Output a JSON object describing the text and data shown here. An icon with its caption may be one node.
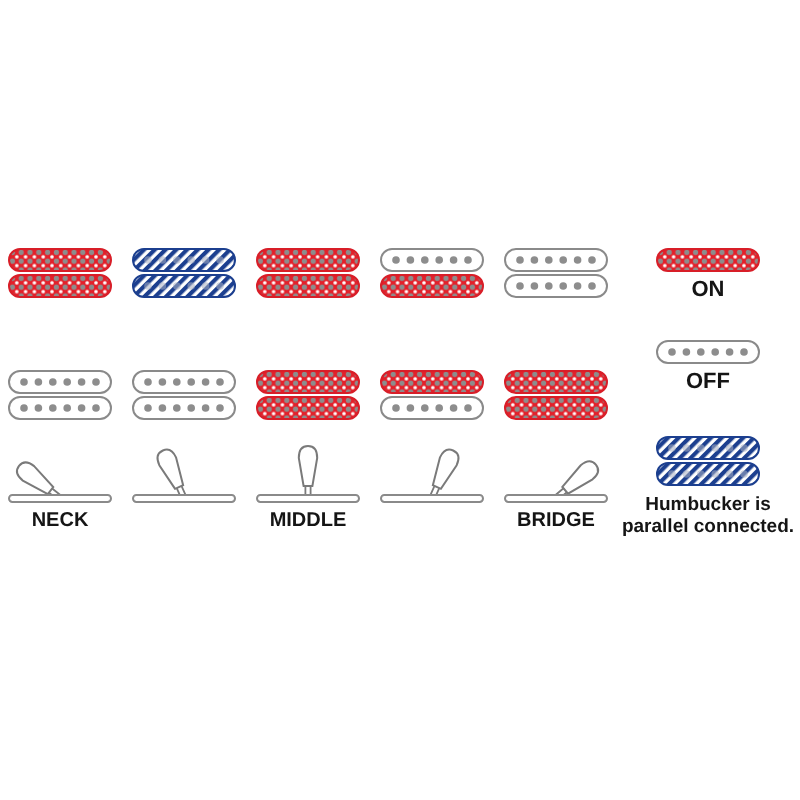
{
  "diagram": {
    "labels": [
      "NECK",
      "MIDDLE",
      "BRIDGE"
    ],
    "legend": [
      {
        "text": "ON"
      },
      {
        "text": "OFF"
      },
      {
        "text": "Humbucker is parallel connected."
      }
    ]
  }
}
